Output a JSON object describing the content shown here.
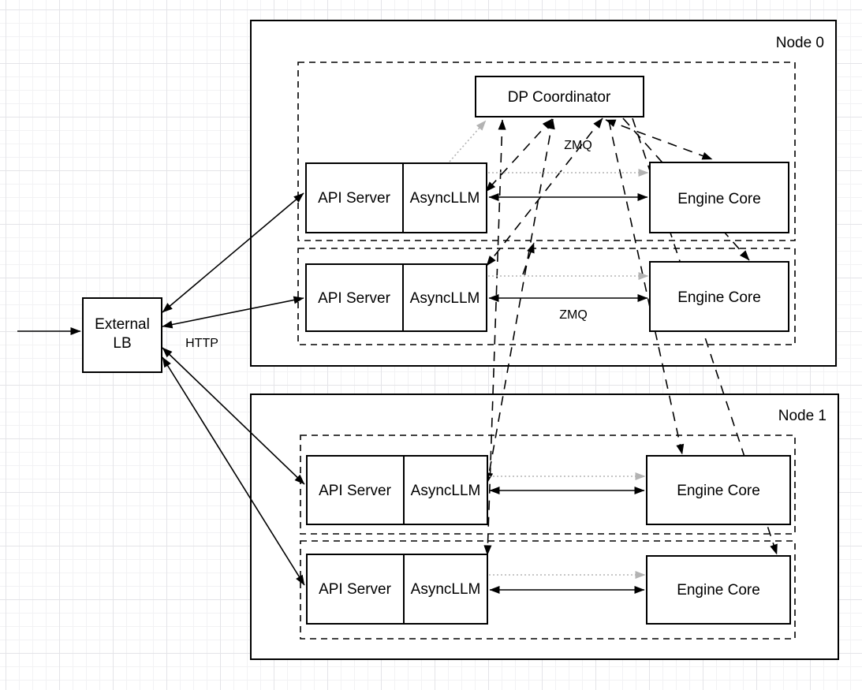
{
  "diagram": {
    "lb": {
      "line1": "External",
      "line2": "LB"
    },
    "edge_labels": {
      "http": "HTTP",
      "zmq_coordinator": "ZMQ",
      "zmq_row2": "ZMQ"
    },
    "coordinator_label": "DP Coordinator",
    "nodes": [
      {
        "label": "Node 0",
        "ranks": [
          {
            "api_server": "API Server",
            "async_llm": "AsyncLLM",
            "engine_core": "Engine Core"
          },
          {
            "api_server": "API Server",
            "async_llm": "AsyncLLM",
            "engine_core": "Engine Core"
          }
        ]
      },
      {
        "label": "Node 1",
        "ranks": [
          {
            "api_server": "API Server",
            "async_llm": "AsyncLLM",
            "engine_core": "Engine Core"
          },
          {
            "api_server": "API Server",
            "async_llm": "AsyncLLM",
            "engine_core": "Engine Core"
          }
        ]
      }
    ],
    "colors": {
      "line": "#000000",
      "dotted_line": "#b3b3b3",
      "box_fill": "#ffffff",
      "grid_minor": "#f2f2f4",
      "grid_major": "#e4e4e8"
    }
  }
}
